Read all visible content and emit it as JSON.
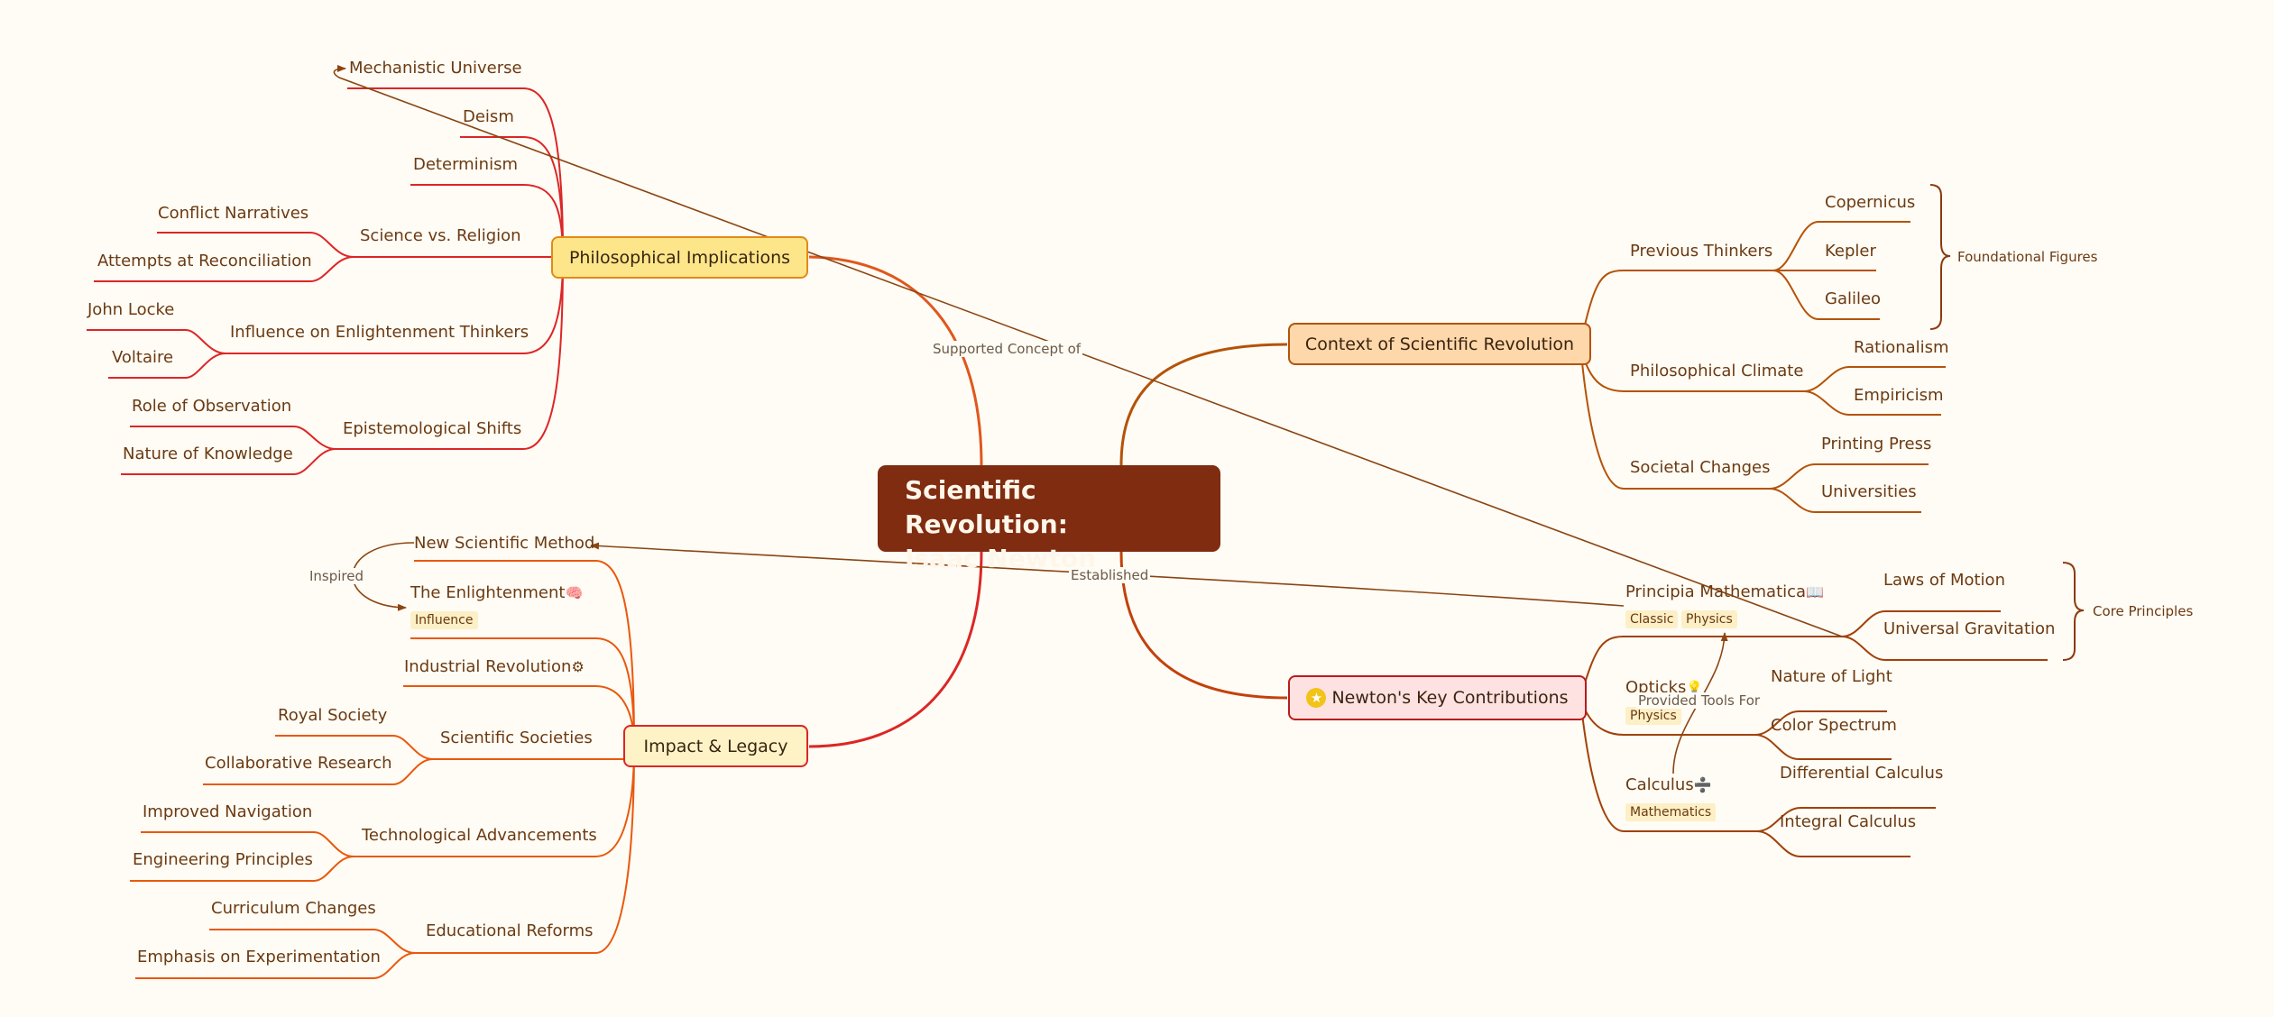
{
  "root": {
    "line1": "Scientific Revolution:",
    "line2": "Isaac Newton"
  },
  "branches": {
    "philosophical": "Philosophical Implications",
    "context": "Context of Scientific Revolution",
    "newton": "Newton's Key Contributions",
    "impact": "Impact & Legacy"
  },
  "icons": {
    "star": "star-icon",
    "book": "book-icon",
    "bulb": "lightbulb-icon",
    "brain": "brain-icon",
    "gear": "gear-icon",
    "divide": "division-icon"
  },
  "glyphs": {
    "star": "★",
    "book": "📖",
    "bulb": "💡",
    "brain": "🧠",
    "gear": "⚙",
    "divide": "➗"
  },
  "philosophical": {
    "mechanistic": "Mechanistic Universe",
    "deism": "Deism",
    "determinism": "Determinism",
    "science_religion": "Science vs. Religion",
    "conflict": "Conflict Narratives",
    "reconciliation": "Attempts at Reconciliation",
    "enlightenment_thinkers": "Influence on Enlightenment Thinkers",
    "locke": "John Locke",
    "voltaire": "Voltaire",
    "epistemological": "Epistemological Shifts",
    "observation": "Role of Observation",
    "knowledge": "Nature of Knowledge"
  },
  "context": {
    "previous": "Previous Thinkers",
    "copernicus": "Copernicus",
    "kepler": "Kepler",
    "galileo": "Galileo",
    "climate": "Philosophical Climate",
    "rationalism": "Rationalism",
    "empiricism": "Empiricism",
    "societal": "Societal Changes",
    "printing": "Printing Press",
    "universities": "Universities",
    "foundational": "Foundational Figures"
  },
  "newton": {
    "principia": "Principia Mathematica",
    "tag_classic": "Classic",
    "tag_physics": "Physics",
    "laws": "Laws of Motion",
    "gravitation": "Universal Gravitation",
    "core": "Core Principles",
    "opticks": "Opticks",
    "tag_opticks_physics": "Physics",
    "light": "Nature of Light",
    "spectrum": "Color Spectrum",
    "calculus": "Calculus",
    "tag_math": "Mathematics",
    "differential": "Differential Calculus",
    "integral": "Integral Calculus"
  },
  "impact": {
    "method": "New Scientific Method",
    "enlightenment": "The Enlightenment",
    "tag_influence": "Influence",
    "industrial": "Industrial Revolution",
    "societies": "Scientific Societies",
    "royal": "Royal Society",
    "collab": "Collaborative Research",
    "tech": "Technological Advancements",
    "navigation": "Improved Navigation",
    "engineering": "Engineering Principles",
    "education": "Educational Reforms",
    "curriculum": "Curriculum Changes",
    "experimentation": "Emphasis on Experimentation"
  },
  "relations": {
    "supported": "Supported Concept of",
    "established": "Established",
    "provided": "Provided Tools For",
    "inspired": "Inspired"
  },
  "colors": {
    "root_bg": "#7f2c10",
    "philosophical_fill": "#fde68a",
    "context_fill": "#fed7aa",
    "newton_fill": "#fee2e2",
    "impact_fill": "#fef3c7",
    "red_line": "#dc2626",
    "orange_line": "#ea580c",
    "brown_line": "#b45309",
    "relation_line": "#8b4513"
  }
}
